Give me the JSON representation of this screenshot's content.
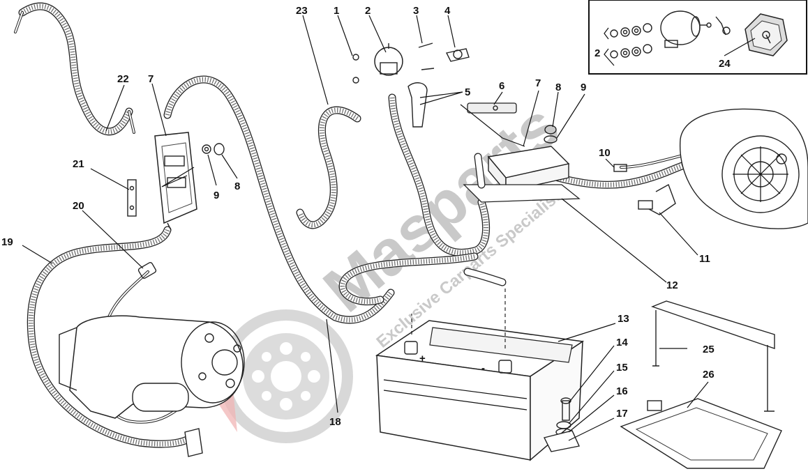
{
  "watermark": {
    "brand": "Masparts",
    "tagline": "Exclusive Carparts Specialist",
    "logo_accent": "#f0b4b4",
    "logo_gray": "#d2d2d2"
  },
  "callouts": [
    {
      "id": "c1",
      "text": "23"
    },
    {
      "id": "c2",
      "text": "1"
    },
    {
      "id": "c3",
      "text": "2"
    },
    {
      "id": "c4",
      "text": "3"
    },
    {
      "id": "c5",
      "text": "4"
    },
    {
      "id": "c6",
      "text": "22"
    },
    {
      "id": "c7",
      "text": "7"
    },
    {
      "id": "c8",
      "text": "5"
    },
    {
      "id": "c9",
      "text": "6"
    },
    {
      "id": "c10",
      "text": "7"
    },
    {
      "id": "c11",
      "text": "8"
    },
    {
      "id": "c12",
      "text": "9"
    },
    {
      "id": "c13",
      "text": "21"
    },
    {
      "id": "c14",
      "text": "9"
    },
    {
      "id": "c15",
      "text": "8"
    },
    {
      "id": "c16",
      "text": "10"
    },
    {
      "id": "c17",
      "text": "20"
    },
    {
      "id": "c18",
      "text": "19"
    },
    {
      "id": "c19",
      "text": "11"
    },
    {
      "id": "c20",
      "text": "12"
    },
    {
      "id": "c21",
      "text": "13"
    },
    {
      "id": "c22",
      "text": "14"
    },
    {
      "id": "c23",
      "text": "25"
    },
    {
      "id": "c24",
      "text": "15"
    },
    {
      "id": "c25",
      "text": "26"
    },
    {
      "id": "c26",
      "text": "16"
    },
    {
      "id": "c27",
      "text": "17"
    },
    {
      "id": "c28",
      "text": "18"
    },
    {
      "id": "c29",
      "text": "2"
    },
    {
      "id": "c30",
      "text": "24"
    }
  ],
  "battery_terminals": {
    "positive": "+",
    "negative": "-"
  }
}
